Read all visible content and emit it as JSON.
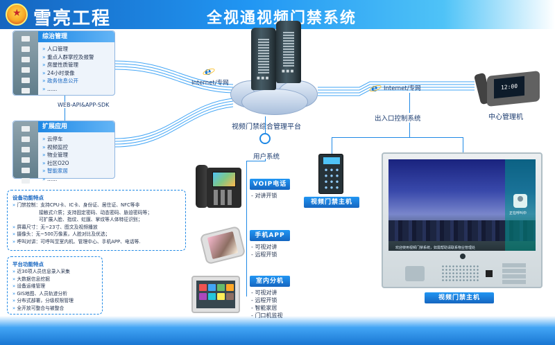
{
  "header": {
    "brand": "雪亮工程",
    "title": "全视通视频门禁系统"
  },
  "panel_governance": {
    "heading": "综治管理",
    "items": [
      "人口管理",
      "重点人群掌控及报警",
      "房屋性质管理",
      "24小时录像",
      "政务信息公开"
    ],
    "ellipsis": "......"
  },
  "api_label": "WEB-API&APP-SDK",
  "panel_extended": {
    "heading": "扩展应用",
    "items": [
      "云停车",
      "视频监控",
      "物业管理",
      "社区O2O",
      "智能家居"
    ],
    "ellipsis": "......"
  },
  "device_features": {
    "title": "设备功能特点",
    "items": [
      "门禁控制：支持CPU卡、IC卡、身份证、居住证、NFC等非",
      "接触式介质；支持固定密码、动态密码、胁迫密码等；",
      "可扩展人脸、指纹、虹膜、掌纹等人体特征识别；",
      "屏幕尺寸：无~23寸、图文及视频播放",
      "摄像头：无~500万像素，人脸对比及优选；",
      "呼叫对讲：可呼叫至室内机、管理中心、手机APP、电话等."
    ]
  },
  "platform_features": {
    "title": "平台功能特点",
    "items": [
      "近30项人员信息录入采集",
      "大数据信息挖掘",
      "设备运维管理",
      "GIS地图、人员轨迹分析",
      "分布式部署，分级权限管理",
      "全开放可整合与被整合"
    ]
  },
  "central": {
    "platform_label": "视频门禁综合管理平台",
    "internet_left": "Internet/专网",
    "internet_right": "Internet/专网",
    "user_system": "用户系统",
    "access_control": "出入口控制系统",
    "management": "中心管理机",
    "clock": "12:00"
  },
  "terminals": {
    "voip": {
      "label": "VOIP电话",
      "features": [
        "对讲开锁"
      ]
    },
    "app": {
      "label": "手机APP",
      "features": [
        "可视对讲",
        "远程开锁"
      ]
    },
    "indoor": {
      "label": "室内分机",
      "features": [
        "可视对讲",
        "远程开锁",
        "智能家居",
        "门口机监视"
      ]
    }
  },
  "door_host_small": "视频门禁主机",
  "door_host_large": "视频门禁主机",
  "vdoor_caption": "欢迎使用视频门禁系统，如需帮助请联系物业管理处",
  "vdoor_call": "正在呼叫中"
}
